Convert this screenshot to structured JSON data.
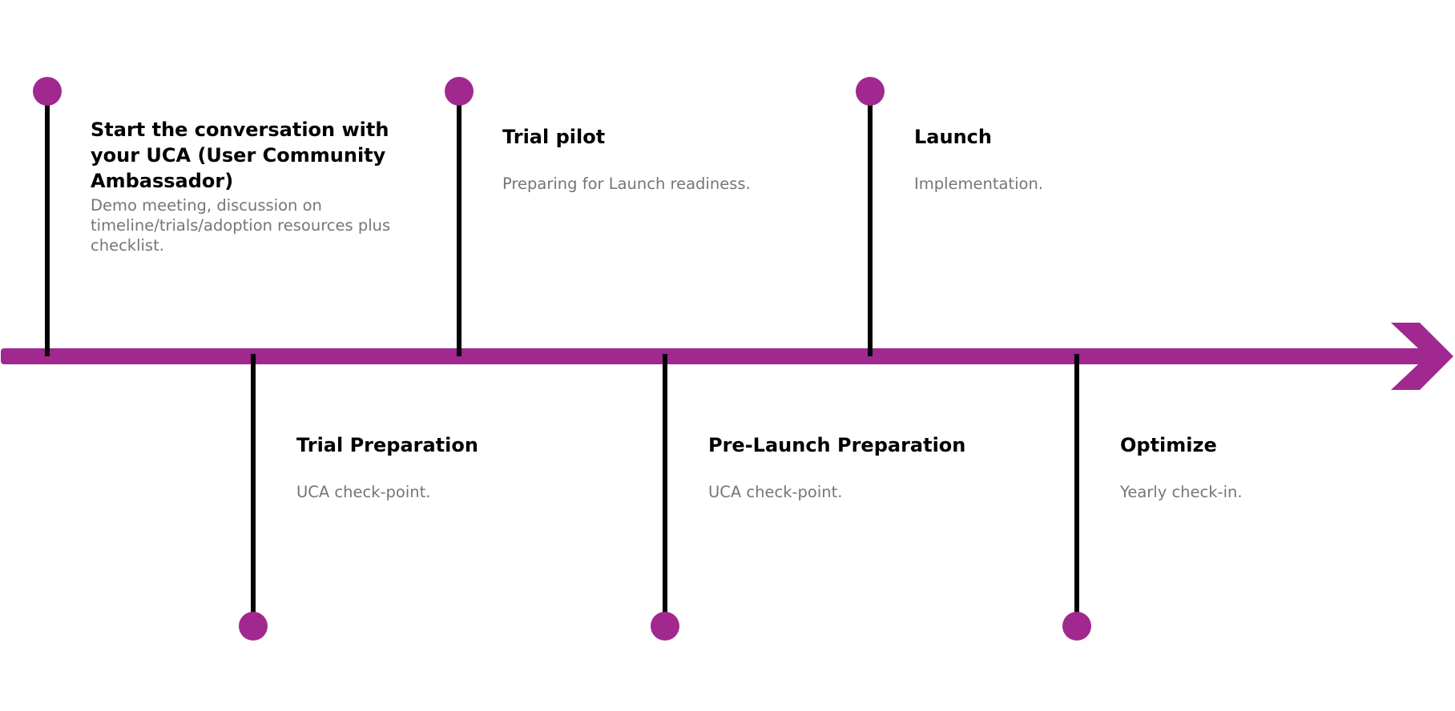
{
  "colors": {
    "accent": "#A0288F",
    "line": "#000000",
    "title": "#000000",
    "description": "#767676"
  },
  "milestones": [
    {
      "title": "Start the conversation with your UCA (User Community Ambassador)",
      "description": "Demo meeting, discussion on timeline/trials/adoption resources plus checklist.",
      "side": "above"
    },
    {
      "title": "Trial Preparation",
      "description": "UCA check-point.",
      "side": "below"
    },
    {
      "title": "Trial pilot",
      "description": "Preparing for Launch readiness.",
      "side": "above"
    },
    {
      "title": "Pre-Launch Preparation",
      "description": "UCA check-point.",
      "side": "below"
    },
    {
      "title": "Launch",
      "description": "Implementation.",
      "side": "above"
    },
    {
      "title": "Optimize",
      "description": "Yearly check-in.",
      "side": "below"
    }
  ]
}
